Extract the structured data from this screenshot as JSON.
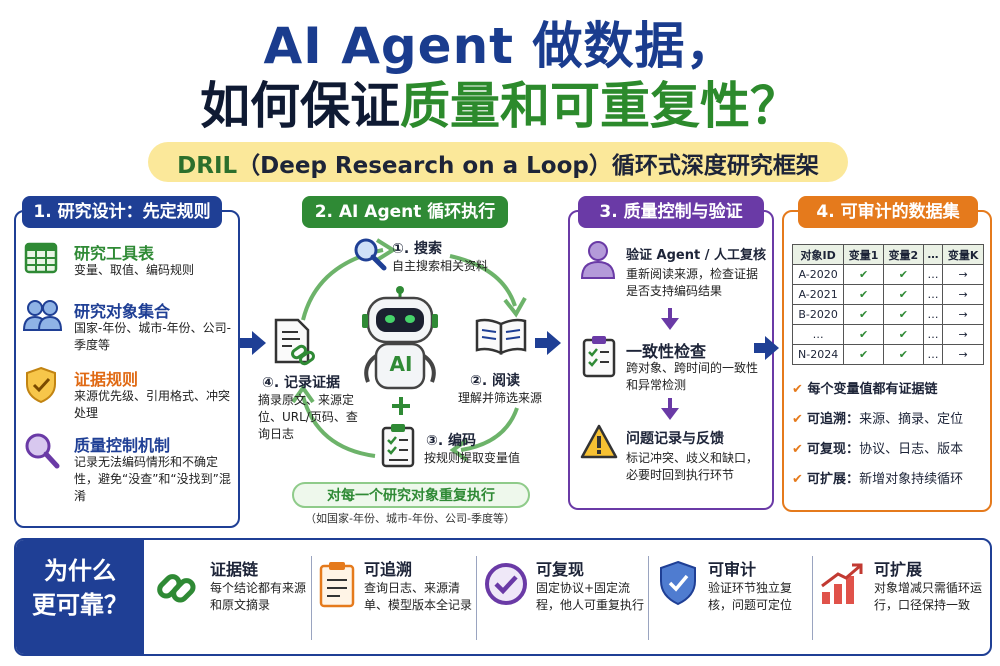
{
  "title": {
    "line1": "AI Agent 做数据，",
    "line2_a": "如何保证",
    "line2_b": "质量和",
    "line2_c": "可重复性？",
    "subtitle_a": "DRIL",
    "subtitle_b": "（Deep Research on a Loop）循环式深度研究框架"
  },
  "colors": {
    "blue": "#1f3f95",
    "green": "#2f8a35",
    "purple": "#6a3aa6",
    "orange": "#e57a1c"
  },
  "panel1": {
    "badge": "1. 研究设计：先定规则",
    "items": [
      {
        "icon": "spreadsheet-icon",
        "title": "研究工具表",
        "desc": "变量、取值、编码规则"
      },
      {
        "icon": "people-icon",
        "title": "研究对象集合",
        "desc": "国家-年份、城市-年份、公司-季度等"
      },
      {
        "icon": "shield-check-icon",
        "title": "证据规则",
        "desc": "来源优先级、引用格式、冲突处理"
      },
      {
        "icon": "magnifier-icon",
        "title": "质量控制机制",
        "desc": "记录无法编码情形和不确定性，避免“没查”和“没找到”混淆"
      }
    ]
  },
  "panel2": {
    "badge": "2. AI Agent 循环执行",
    "robot_label": "AI",
    "steps": [
      {
        "title": "①. 搜索",
        "desc": "自主搜索相关资料"
      },
      {
        "title": "②. 阅读",
        "desc": "理解并筛选来源"
      },
      {
        "title": "③. 编码",
        "desc": "按规则提取变量值"
      },
      {
        "title": "④. 记录证据",
        "desc": "摘录原文、来源定位、URL/页码、查询日志"
      }
    ],
    "repeat_label": "对每一个研究对象重复执行",
    "repeat_note": "（如国家-年份、城市-年份、公司-季度等）"
  },
  "panel3": {
    "badge": "3. 质量控制与验证",
    "items": [
      {
        "icon": "person-icon",
        "title": "验证 Agent / 人工复核",
        "desc": "重新阅读来源，检查证据是否支持编码结果"
      },
      {
        "icon": "checklist-icon",
        "title": "一致性检查",
        "desc": "跨对象、跨时间的一致性和异常检测"
      },
      {
        "icon": "warning-icon",
        "title": "问题记录与反馈",
        "desc": "标记冲突、歧义和缺口，必要时回到执行环节"
      }
    ]
  },
  "panel4": {
    "badge": "4. 可审计的数据集",
    "table": {
      "headers": [
        "对象ID",
        "变量1",
        "变量2",
        "…",
        "变量K"
      ],
      "rows": [
        [
          "A-2020",
          "✔",
          "✔",
          "…",
          "→"
        ],
        [
          "A-2021",
          "✔",
          "✔",
          "…",
          "→"
        ],
        [
          "B-2020",
          "✔",
          "✔",
          "…",
          "→"
        ],
        [
          "…",
          "✔",
          "✔",
          "…",
          "→"
        ],
        [
          "N-2024",
          "✔",
          "✔",
          "…",
          "→"
        ]
      ]
    },
    "bullets": [
      {
        "a": "每个变量值都有证据链",
        "b": ""
      },
      {
        "a": "可追溯：",
        "b": "来源、摘录、定位"
      },
      {
        "a": "可复现：",
        "b": "协议、日志、版本"
      },
      {
        "a": "可扩展：",
        "b": "新增对象持续循环"
      }
    ]
  },
  "bottom": {
    "why_line1": "为什么",
    "why_line2": "更可靠？",
    "items": [
      {
        "icon": "chain-link-icon",
        "title": "证据链",
        "desc": "每个结论都有来源和原文摘录"
      },
      {
        "icon": "clipboard-icon",
        "title": "可追溯",
        "desc": "查询日志、来源清单、模型版本全记录"
      },
      {
        "icon": "check-circle-icon",
        "title": "可复现",
        "desc": "固定协议+固定流程，他人可重复执行"
      },
      {
        "icon": "shield-icon",
        "title": "可审计",
        "desc": "验证环节独立复核，问题可定位"
      },
      {
        "icon": "growth-chart-icon",
        "title": "可扩展",
        "desc": "对象增减只需循环运行，口径保持一致"
      }
    ]
  }
}
